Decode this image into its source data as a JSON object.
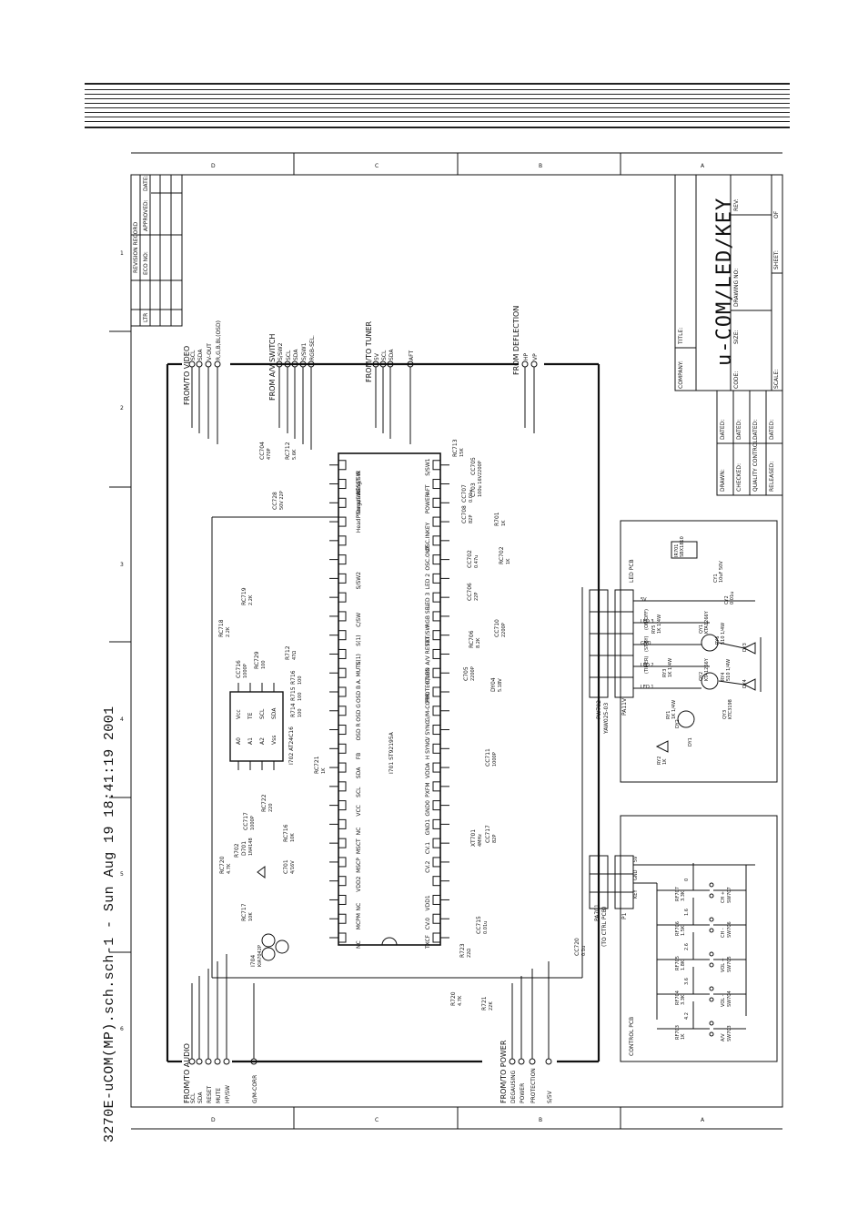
{
  "sheet_title": "3270E-uCOM(MP).sch.sch-1 - Sun Aug 19 18:41:19 2001",
  "title_block": {
    "title": "u-COM/LED/KEY",
    "company_label": "COMPANY:",
    "title_label": "TITLE:",
    "code_label": "CODE:",
    "size_label": "SIZE:",
    "drawing_no_label": "DRAWING NO:",
    "rev_label": "REV:",
    "scale_label": "SCALE:",
    "sheet_label": "SHEET:",
    "of_label": "OF",
    "drawn_label": "DRAWN:",
    "checked_label": "CHECKED:",
    "qc_label": "QUALITY CONTROL:",
    "released_label": "RELEASED:",
    "dated_label": "DATED:"
  },
  "revision_block": {
    "header": "REVISION RECORD",
    "ltr": "LTR",
    "eco_no": "ECO NO:",
    "approved": "APPROVED:",
    "date": "DATE:"
  },
  "zones": {
    "letters": [
      "D",
      "C",
      "B",
      "A"
    ],
    "numbers": [
      "1",
      "2",
      "3",
      "4",
      "5",
      "6"
    ]
  },
  "connectors_top": [
    {
      "group": "FROM/TO VIDEO",
      "pins": [
        "SCL",
        "SDA",
        "V-OUT",
        "R,G,B,BL(OSD)"
      ]
    },
    {
      "group": "FROM A/V SWITCH",
      "pins": [
        "S/SW2",
        "SCL",
        "SDA",
        "S/SW1",
        "RGB-SEL."
      ]
    },
    {
      "group": "FROM/TO TUNER",
      "pins": [
        "5V",
        "SCL",
        "SDA",
        "AFT"
      ]
    },
    {
      "group": "FROM DEFLECTION",
      "pins": [
        "HP",
        "VP"
      ]
    }
  ],
  "connectors_bottom": [
    {
      "group": "FROM/TO AUDIO",
      "pins": [
        "SCL",
        "SDA",
        "RESET",
        "MUTE",
        "HP/SW"
      ]
    },
    {
      "group": "",
      "pins": [
        "G/M-CORR"
      ]
    },
    {
      "group": "FROM/TO POWER",
      "pins": [
        "DEGAUSING",
        "POWER",
        "PROTECTION",
        "S/5V"
      ]
    }
  ],
  "ic_main": {
    "ref": "I701 ST92195A",
    "left_pins": [
      "NC",
      "MCPM",
      "NC",
      "VDD2",
      "MSCP",
      "MSCT",
      "NC",
      "VCC",
      "SCL",
      "SDA",
      "FB",
      "OSD R",
      "OSD G",
      "OSD B",
      "A. MUTE",
      "S(1)",
      "S(1)",
      "C/SW",
      "",
      "S/SW2",
      "",
      "",
      "HeadPhone/SW",
      "Degaussing/SW",
      "RESET",
      "IR"
    ],
    "right_pins": [
      "TXCF",
      "CV.0",
      "VDD1",
      "",
      "CV.2",
      "CV.1",
      "GND1",
      "GND0",
      "PXFM",
      "VDDA",
      "H SYNC",
      "V SYNC",
      "G/M-CORR.",
      "PROTECTION",
      "R/LED",
      "A/V RESET",
      "TXT/SW",
      "RGB SEL",
      "LED 3",
      "LED 2",
      "OSC.OUT",
      "OSC.IN",
      "KEY",
      "POWER",
      "AFT",
      "S/SW1"
    ]
  },
  "ic_eeprom": {
    "ref": "I702 AT24C16",
    "pins": [
      "A0",
      "A1",
      "A2",
      "Vss",
      "Vcc",
      "TE",
      "SCL",
      "SDA"
    ]
  },
  "components": [
    "CC704 470P",
    "RC712 5.6K",
    "CC728 50V 22P",
    "RC719 2.2K",
    "RC718 2.2K",
    "CC716 1000P",
    "RC729 100",
    "R712 47Ω",
    "R716 100",
    "R715 100",
    "R714 100",
    "RC713 15K",
    "CC705 2200P",
    "C703 100u 16V",
    "CC707 0.01u",
    "CC708 82P",
    "R701 1K",
    "CC702 0.47u",
    "RC702 1K",
    "CC706 22P",
    "CC710 2200P",
    "RC706 8.2K",
    "C705 2200P",
    "DY04 5.1BV",
    "CC711 1000P",
    "XT701 4MHz",
    "CC717 82P",
    "CC715 0.01u",
    "R723 22Ω",
    "CC720 0.1u",
    "R720 4.7K",
    "R721 22K",
    "CC717 1000P",
    "RC722 220",
    "RC716 10K",
    "RC720 4.7K",
    "D701 1N4148",
    "C701 4/16V",
    "RC717 10K",
    "I704 KIA7042P",
    "R702",
    "RC721 1K"
  ],
  "led_pcb": {
    "title": "LED PCB",
    "connector": "PW702",
    "connector_label": "YAW025-03",
    "pa": "PA11V",
    "pins": [
      "5V",
      "LED 3",
      "GND",
      "LED 2",
      "LED 1"
    ],
    "notes": [
      "(ON/OFF)",
      "(ST-BY)",
      "(TIMER)"
    ],
    "parts": [
      "IR701 SBX1810",
      "CY1 10uF 50V",
      "CY2 0.01u",
      "RY5 1K 1/4W",
      "RY3 1K 1/4W",
      "RY1 1K 1/4W",
      "QY1 KTA1266Y",
      "RY6 510 1/4W",
      "RY4 510 1/4W",
      "QY2 KTA1266Y",
      "QY3 KTC3198",
      "DY1",
      "DY2",
      "DY3",
      "DY4",
      "RY2 1K"
    ]
  },
  "control_pcb": {
    "title": "CONTROL PCB",
    "connector": "PA701",
    "connector_note": "(TO CTRL PCB)",
    "p1": "P1",
    "pins": [
      "5V",
      "GND",
      "KEY"
    ],
    "switches": [
      {
        "label": "CH +",
        "ref": "SW707",
        "r": "RF707 3.3K",
        "v": "0"
      },
      {
        "label": "CH -",
        "ref": "SW706",
        "r": "RF706 1.5K",
        "v": "1.6"
      },
      {
        "label": "VOL +",
        "ref": "SW705",
        "r": "RF705 1.8K",
        "v": "2.6"
      },
      {
        "label": "VOL -",
        "ref": "SW704",
        "r": "RF704 3.3K",
        "v": "3.6"
      },
      {
        "label": "A/V",
        "ref": "SW703",
        "r": "RF703 1K",
        "v": "4.2"
      }
    ]
  },
  "colors": {
    "ink": "#111111",
    "paper": "#ffffff"
  }
}
